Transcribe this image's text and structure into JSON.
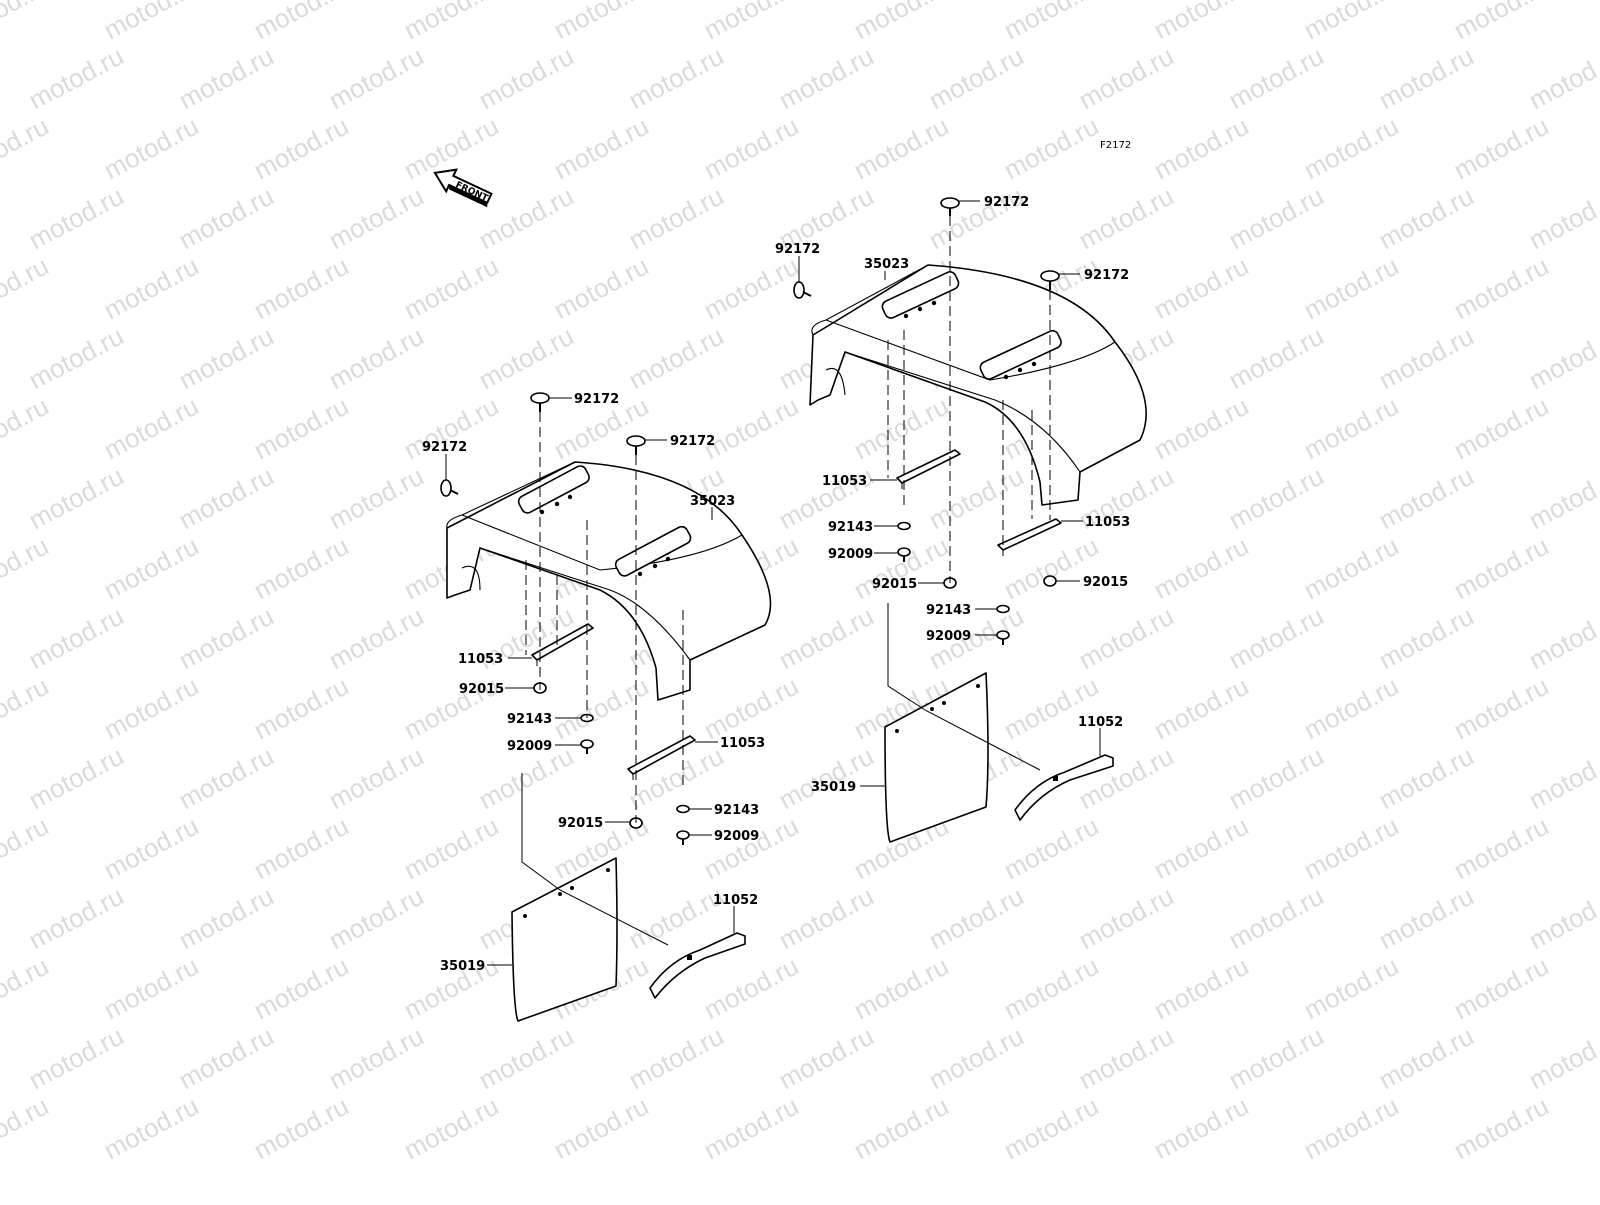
{
  "diagram": {
    "code": "F2172",
    "front_arrow_label": "FRONT",
    "watermark_text": "motod.ru",
    "labels": {
      "left": {
        "l_92172_a": "92172",
        "l_92172_b": "92172",
        "l_92172_side": "92172",
        "l_35023": "35023",
        "l_11053_a": "11053",
        "l_92015_a": "92015",
        "l_92143_a": "92143",
        "l_92009_a": "92009",
        "l_11053_b": "11053",
        "l_92015_b": "92015",
        "l_92143_b": "92143",
        "l_92009_b": "92009",
        "l_11052": "11052",
        "l_35019": "35019"
      },
      "right": {
        "r_92172_side": "92172",
        "r_35023": "35023",
        "r_92172_a": "92172",
        "r_92172_b": "92172",
        "r_11053_a": "11053",
        "r_92143_a": "92143",
        "r_92009_a": "92009",
        "r_92015_a": "92015",
        "r_11053_b": "11053",
        "r_92015_b": "92015",
        "r_92143_b": "92143",
        "r_92009_b": "92009",
        "r_11052": "11052",
        "r_35019": "35019"
      }
    }
  }
}
